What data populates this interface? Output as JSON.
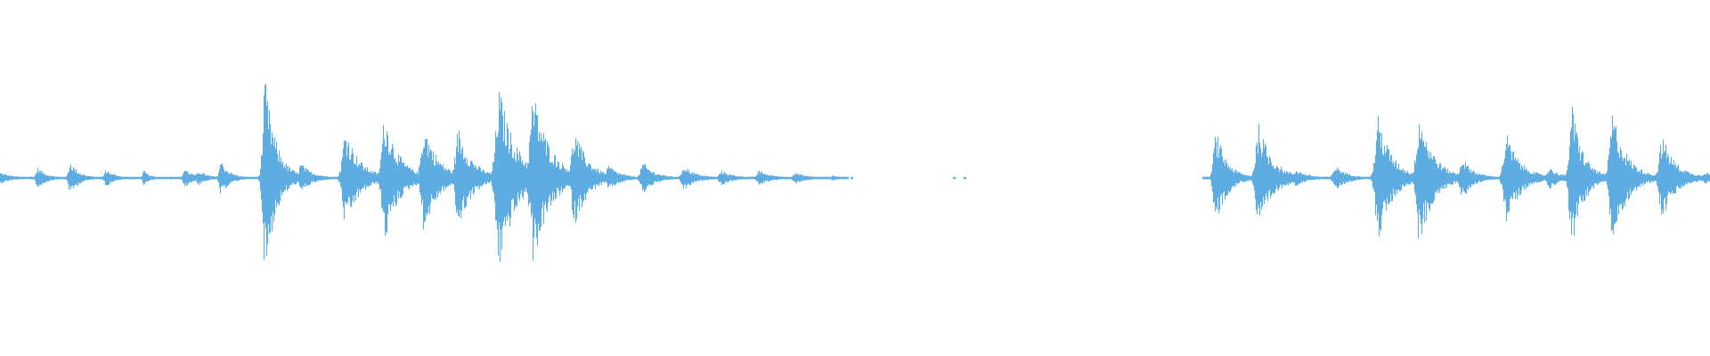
{
  "waveform": {
    "color": "#5DADE2",
    "background": "#ffffff",
    "samples_per_window": 1920,
    "bursts": [
      {
        "t": 0.0,
        "a": 0.05,
        "w": 0.004
      },
      {
        "t": 0.022,
        "a": 0.1,
        "w": 0.003
      },
      {
        "t": 0.041,
        "a": 0.16,
        "w": 0.003
      },
      {
        "t": 0.062,
        "a": 0.08,
        "w": 0.003
      },
      {
        "t": 0.084,
        "a": 0.07,
        "w": 0.002
      },
      {
        "t": 0.108,
        "a": 0.09,
        "w": 0.003
      },
      {
        "t": 0.116,
        "a": 0.07,
        "w": 0.003
      },
      {
        "t": 0.129,
        "a": 0.17,
        "w": 0.003
      },
      {
        "t": 0.155,
        "a": 0.94,
        "w": 0.004
      },
      {
        "t": 0.176,
        "a": 0.14,
        "w": 0.004
      },
      {
        "t": 0.202,
        "a": 0.48,
        "w": 0.005
      },
      {
        "t": 0.225,
        "a": 0.62,
        "w": 0.005
      },
      {
        "t": 0.248,
        "a": 0.52,
        "w": 0.005
      },
      {
        "t": 0.268,
        "a": 0.48,
        "w": 0.005
      },
      {
        "t": 0.292,
        "a": 0.86,
        "w": 0.006
      },
      {
        "t": 0.312,
        "a": 0.82,
        "w": 0.006
      },
      {
        "t": 0.336,
        "a": 0.46,
        "w": 0.005
      },
      {
        "t": 0.356,
        "a": 0.12,
        "w": 0.004
      },
      {
        "t": 0.376,
        "a": 0.15,
        "w": 0.004
      },
      {
        "t": 0.4,
        "a": 0.12,
        "w": 0.004
      },
      {
        "t": 0.422,
        "a": 0.07,
        "w": 0.004
      },
      {
        "t": 0.444,
        "a": 0.07,
        "w": 0.004
      },
      {
        "t": 0.465,
        "a": 0.05,
        "w": 0.004
      },
      {
        "t": 0.487,
        "a": 0.02,
        "w": 0.003
      },
      {
        "t": 0.711,
        "a": 0.46,
        "w": 0.004
      },
      {
        "t": 0.736,
        "a": 0.52,
        "w": 0.005
      },
      {
        "t": 0.758,
        "a": 0.08,
        "w": 0.004
      },
      {
        "t": 0.781,
        "a": 0.12,
        "w": 0.004
      },
      {
        "t": 0.806,
        "a": 0.6,
        "w": 0.005
      },
      {
        "t": 0.83,
        "a": 0.66,
        "w": 0.005
      },
      {
        "t": 0.855,
        "a": 0.2,
        "w": 0.004
      },
      {
        "t": 0.881,
        "a": 0.42,
        "w": 0.005
      },
      {
        "t": 0.906,
        "a": 0.1,
        "w": 0.004
      },
      {
        "t": 0.919,
        "a": 0.72,
        "w": 0.004
      },
      {
        "t": 0.943,
        "a": 0.64,
        "w": 0.005
      },
      {
        "t": 0.972,
        "a": 0.4,
        "w": 0.005
      },
      {
        "t": 0.997,
        "a": 0.06,
        "w": 0.004
      }
    ],
    "gaps": [
      {
        "from": 0.496,
        "to": 0.703
      }
    ],
    "specks": [
      0.498,
      0.558,
      0.564
    ]
  }
}
